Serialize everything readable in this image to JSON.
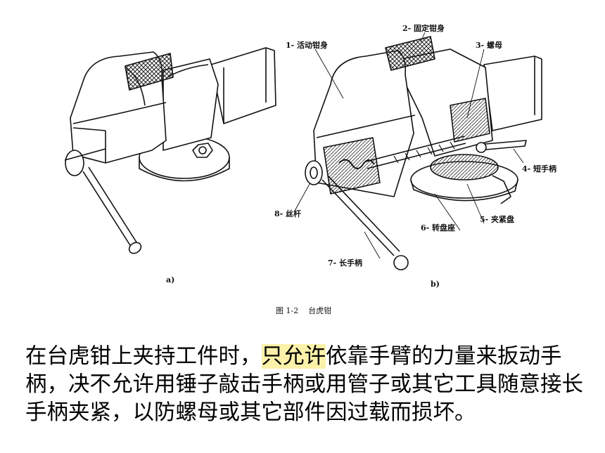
{
  "figure": {
    "subfig_a_label": "a)",
    "subfig_b_label": "b)",
    "parts": {
      "p1": "1- 活动钳身",
      "p2": "2- 固定钳身",
      "p3": "3- 螺母",
      "p4": "4- 短手柄",
      "p5": "5- 夹紧盘",
      "p6": "6- 转盘座",
      "p7": "7- 长手柄",
      "p8": "8- 丝杆"
    },
    "caption_number": "图 1-2",
    "caption_title": "台虎钳"
  },
  "text": {
    "before": "在台虎钳上夹持工件时，",
    "highlight": "只允许",
    "after": "依靠手臂的力量来扳动手柄，决不允许用锤子敲击手柄或用管子或其它工具随意接长手柄夹紧，以防螺母或其它部件因过载而损坏。",
    "highlight_color": "#fbf1a8"
  }
}
